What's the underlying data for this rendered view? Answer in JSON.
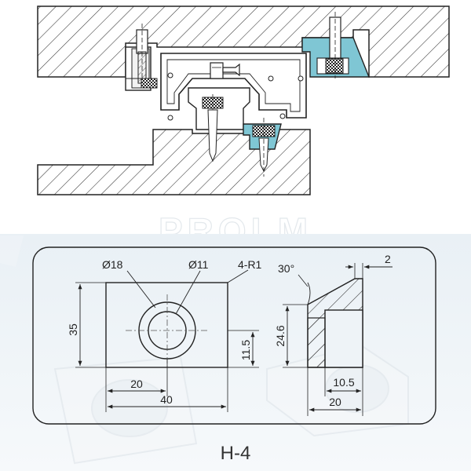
{
  "watermark": "PROLM",
  "part_label": "H-4",
  "dimensions": {
    "hole_large": "Ø18",
    "hole_small": "Ø11",
    "corner_radius": "4-R1",
    "angle": "30°",
    "lip": "2",
    "height_35": "35",
    "offset_11_5": "11.5",
    "width_20": "20",
    "width_40": "40",
    "height_24_6": "24.6",
    "side_10_5": "10.5",
    "side_20": "20"
  },
  "colors": {
    "highlight": "#7fc6d4",
    "line": "#222222",
    "lower_bg": "#eef3f7"
  }
}
